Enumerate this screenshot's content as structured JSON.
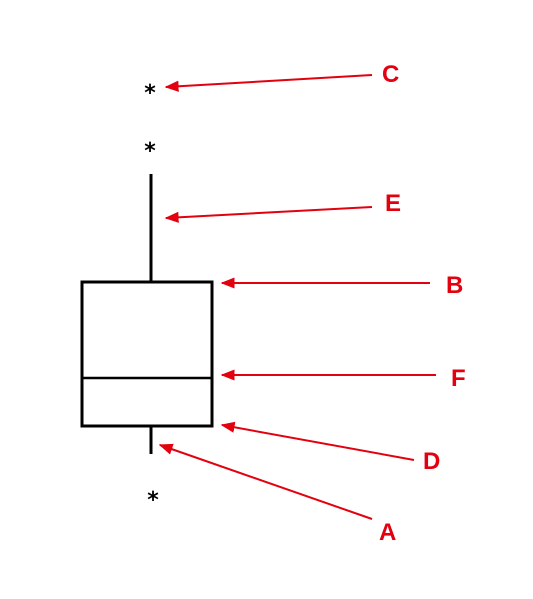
{
  "outlier_symbol": "*",
  "colors": {
    "box": "#000000",
    "arrow": "#e3000f",
    "label": "#e3000f",
    "background": "#ffffff"
  },
  "labels": {
    "a": "A",
    "b": "B",
    "c": "C",
    "d": "D",
    "e": "E",
    "f": "F"
  }
}
